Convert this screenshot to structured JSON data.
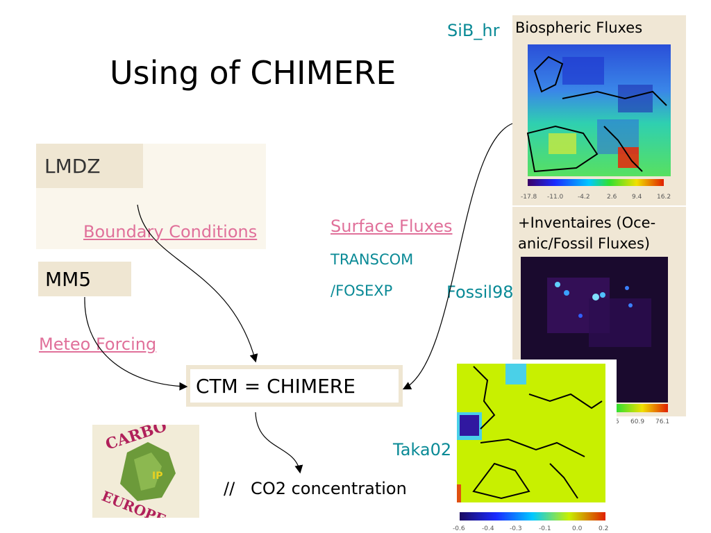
{
  "slide": {
    "title": "Using of CHIMERE",
    "lmdz_label": "LMDZ",
    "mm5_label": "MM5",
    "boundary_conditions": "Boundary Conditions",
    "meteo_forcing": "Meteo Forcing",
    "surface_fluxes": "Surface Fluxes",
    "transcom": "TRANSCOM",
    "fosexp": "/FOSEXP",
    "ctm_label": "CTM = CHIMERE",
    "co2_label": "//   CO2 concentration",
    "sib_hr": "SiB_hr",
    "fossil98": "Fossil98",
    "taka02": "Taka02",
    "logo_text": "CARBOEUROPE IP"
  },
  "maps": {
    "biospheric": {
      "title": "Biospheric Fluxes",
      "colorbar_ticks": [
        "-17.8",
        "-11.0",
        "-4.2",
        "2.6",
        "9.4",
        "16.2"
      ]
    },
    "inventaires": {
      "title_line1": "+Inventaires (Oce-",
      "title_line2": "anic/Fossil Fluxes)",
      "colorbar_ticks": [
        "5",
        "60.9",
        "76.1"
      ]
    },
    "taka": {
      "colorbar_ticks": [
        "-0.6",
        "-0.4",
        "-0.3",
        "-0.1",
        "0.0",
        "0.2"
      ]
    }
  },
  "colors": {
    "pink_link": "#e0709a",
    "teal_text": "#0a8a96",
    "panel_beige": "#f0e7d5",
    "map_green": "#c8f000"
  }
}
